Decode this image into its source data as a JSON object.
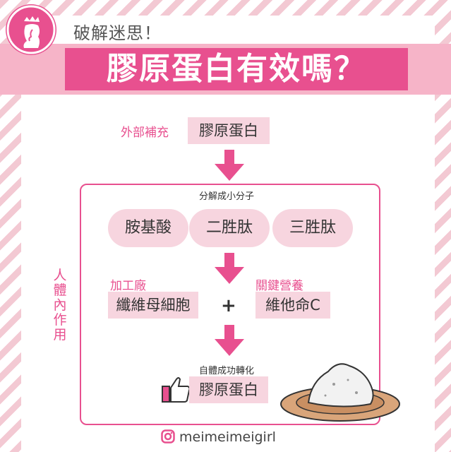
{
  "header": {
    "subtitle": "破解迷思！",
    "title": "膠原蛋白有效嗎？"
  },
  "intake": {
    "label": "外部補充",
    "value": "膠原蛋白"
  },
  "body_section": {
    "side_label": "人體內作用",
    "breakdown_caption": "分解成小分子",
    "molecules": [
      "胺基酸",
      "二胜肽",
      "三胜肽"
    ],
    "factory_label": "加工廠",
    "factory_value": "纖維母細胞",
    "plus": "+",
    "nutrient_label": "關鍵營養",
    "nutrient_value": "維他命C",
    "result_caption": "自體成功轉化",
    "result_value": "膠原蛋白"
  },
  "footer": {
    "handle": "meimeimeigirl"
  },
  "colors": {
    "accent": "#e8508f",
    "light_pink": "#f7d5df",
    "band_pink": "#f6b4c8"
  },
  "icons": [
    "lady-silhouette-logo-icon",
    "thumbs-up-icon",
    "powder-plate-icon",
    "instagram-icon",
    "down-arrow-icon"
  ]
}
